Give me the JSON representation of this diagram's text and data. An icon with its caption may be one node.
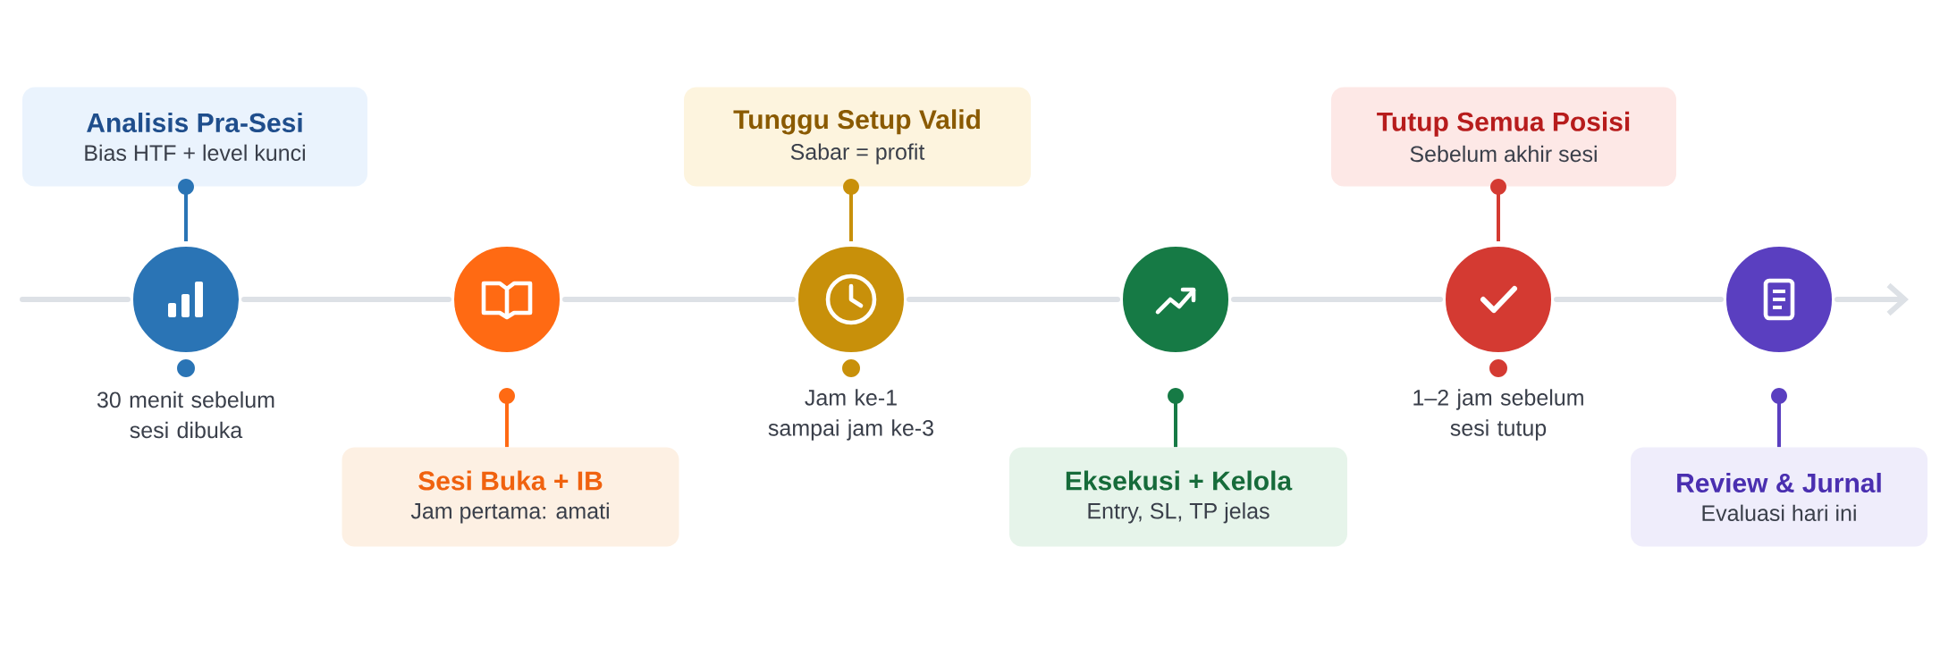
{
  "diagram": {
    "nodes": [
      {
        "text": [
          "Analisis Pra-Sesi",
          "Bias HTF + level kunci"
        ]
      },
      {
        "text": [],
        "shape": "circle",
        "beside": [
          "30 menit sebelum sesi dibuka"
        ]
      },
      {
        "text": [
          "Sesi Buka + IB",
          "Jam pertama: amati"
        ]
      },
      {
        "text": [],
        "shape": "circle"
      },
      {
        "text": [
          "Tunggu Setup Valid",
          "Sabar = profit"
        ]
      },
      {
        "text": [],
        "shape": "circle",
        "beside": [
          "Jam ke-1 sampai jam ke-3"
        ]
      },
      {
        "text": [
          "Eksekusi + Kelola",
          "Entry, SL, TP jelas"
        ]
      },
      {
        "text": [],
        "shape": "circle"
      },
      {
        "text": [
          "Tutup Semua Posisi",
          "Sebelum akhir sesi"
        ]
      },
      {
        "text": [],
        "shape": "circle",
        "beside": [
          "1–2 jam sebelum sesi tutup"
        ]
      },
      {
        "text": [
          "Review & Jurnal",
          "Evaluasi hari ini"
        ]
      },
      {
        "text": [],
        "shape": "circle"
      }
    ],
    "edges": [
      {
        "from": null,
        "to": 1,
        "arrow": "none"
      },
      {
        "from": 1,
        "to": 3,
        "arrow": "none"
      },
      {
        "from": 3,
        "to": 5,
        "arrow": "none"
      },
      {
        "from": 5,
        "to": 7,
        "arrow": "none"
      },
      {
        "from": 7,
        "to": 9,
        "arrow": "none"
      },
      {
        "from": 9,
        "to": 11,
        "arrow": "none"
      },
      {
        "from": 11,
        "to": null,
        "arrow": "to"
      },
      {
        "from": 0,
        "to": 1,
        "arrow": "other",
        "color": "#2a74b5"
      },
      {
        "from": 2,
        "to": 3,
        "arrow": "other",
        "color": "#ff6a13"
      },
      {
        "from": 4,
        "to": 5,
        "arrow": "other",
        "color": "#c8900a"
      },
      {
        "from": 6,
        "to": 7,
        "arrow": "other",
        "color": "#167a45"
      },
      {
        "from": 8,
        "to": 9,
        "arrow": "other",
        "color": "#d43a32"
      },
      {
        "from": 10,
        "to": 11,
        "arrow": "other",
        "color": "#5a3fc0"
      }
    ]
  }
}
